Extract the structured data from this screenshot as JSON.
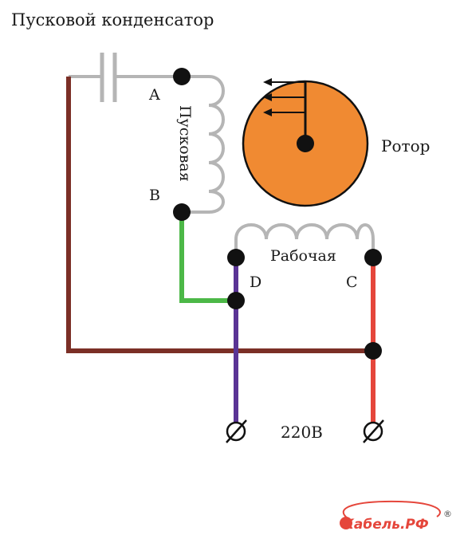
{
  "title": "Пусковой конденсатор",
  "labels": {
    "A": "A",
    "B": "B",
    "C": "C",
    "D": "D",
    "start_winding": "Пусковая",
    "run_winding": "Рабочая",
    "rotor": "Ротор",
    "voltage": "220В"
  },
  "logo": {
    "text": "Кабель.РФ",
    "registered": "®"
  },
  "colors": {
    "capacitor_wire": "#7b2f26",
    "start_link": "#4cb847",
    "neutral_wire": "#5a3495",
    "phase_wire": "#e5463b",
    "coil": "#b5b5b5",
    "rotor_fill": "#f08a32",
    "node": "#111111"
  }
}
